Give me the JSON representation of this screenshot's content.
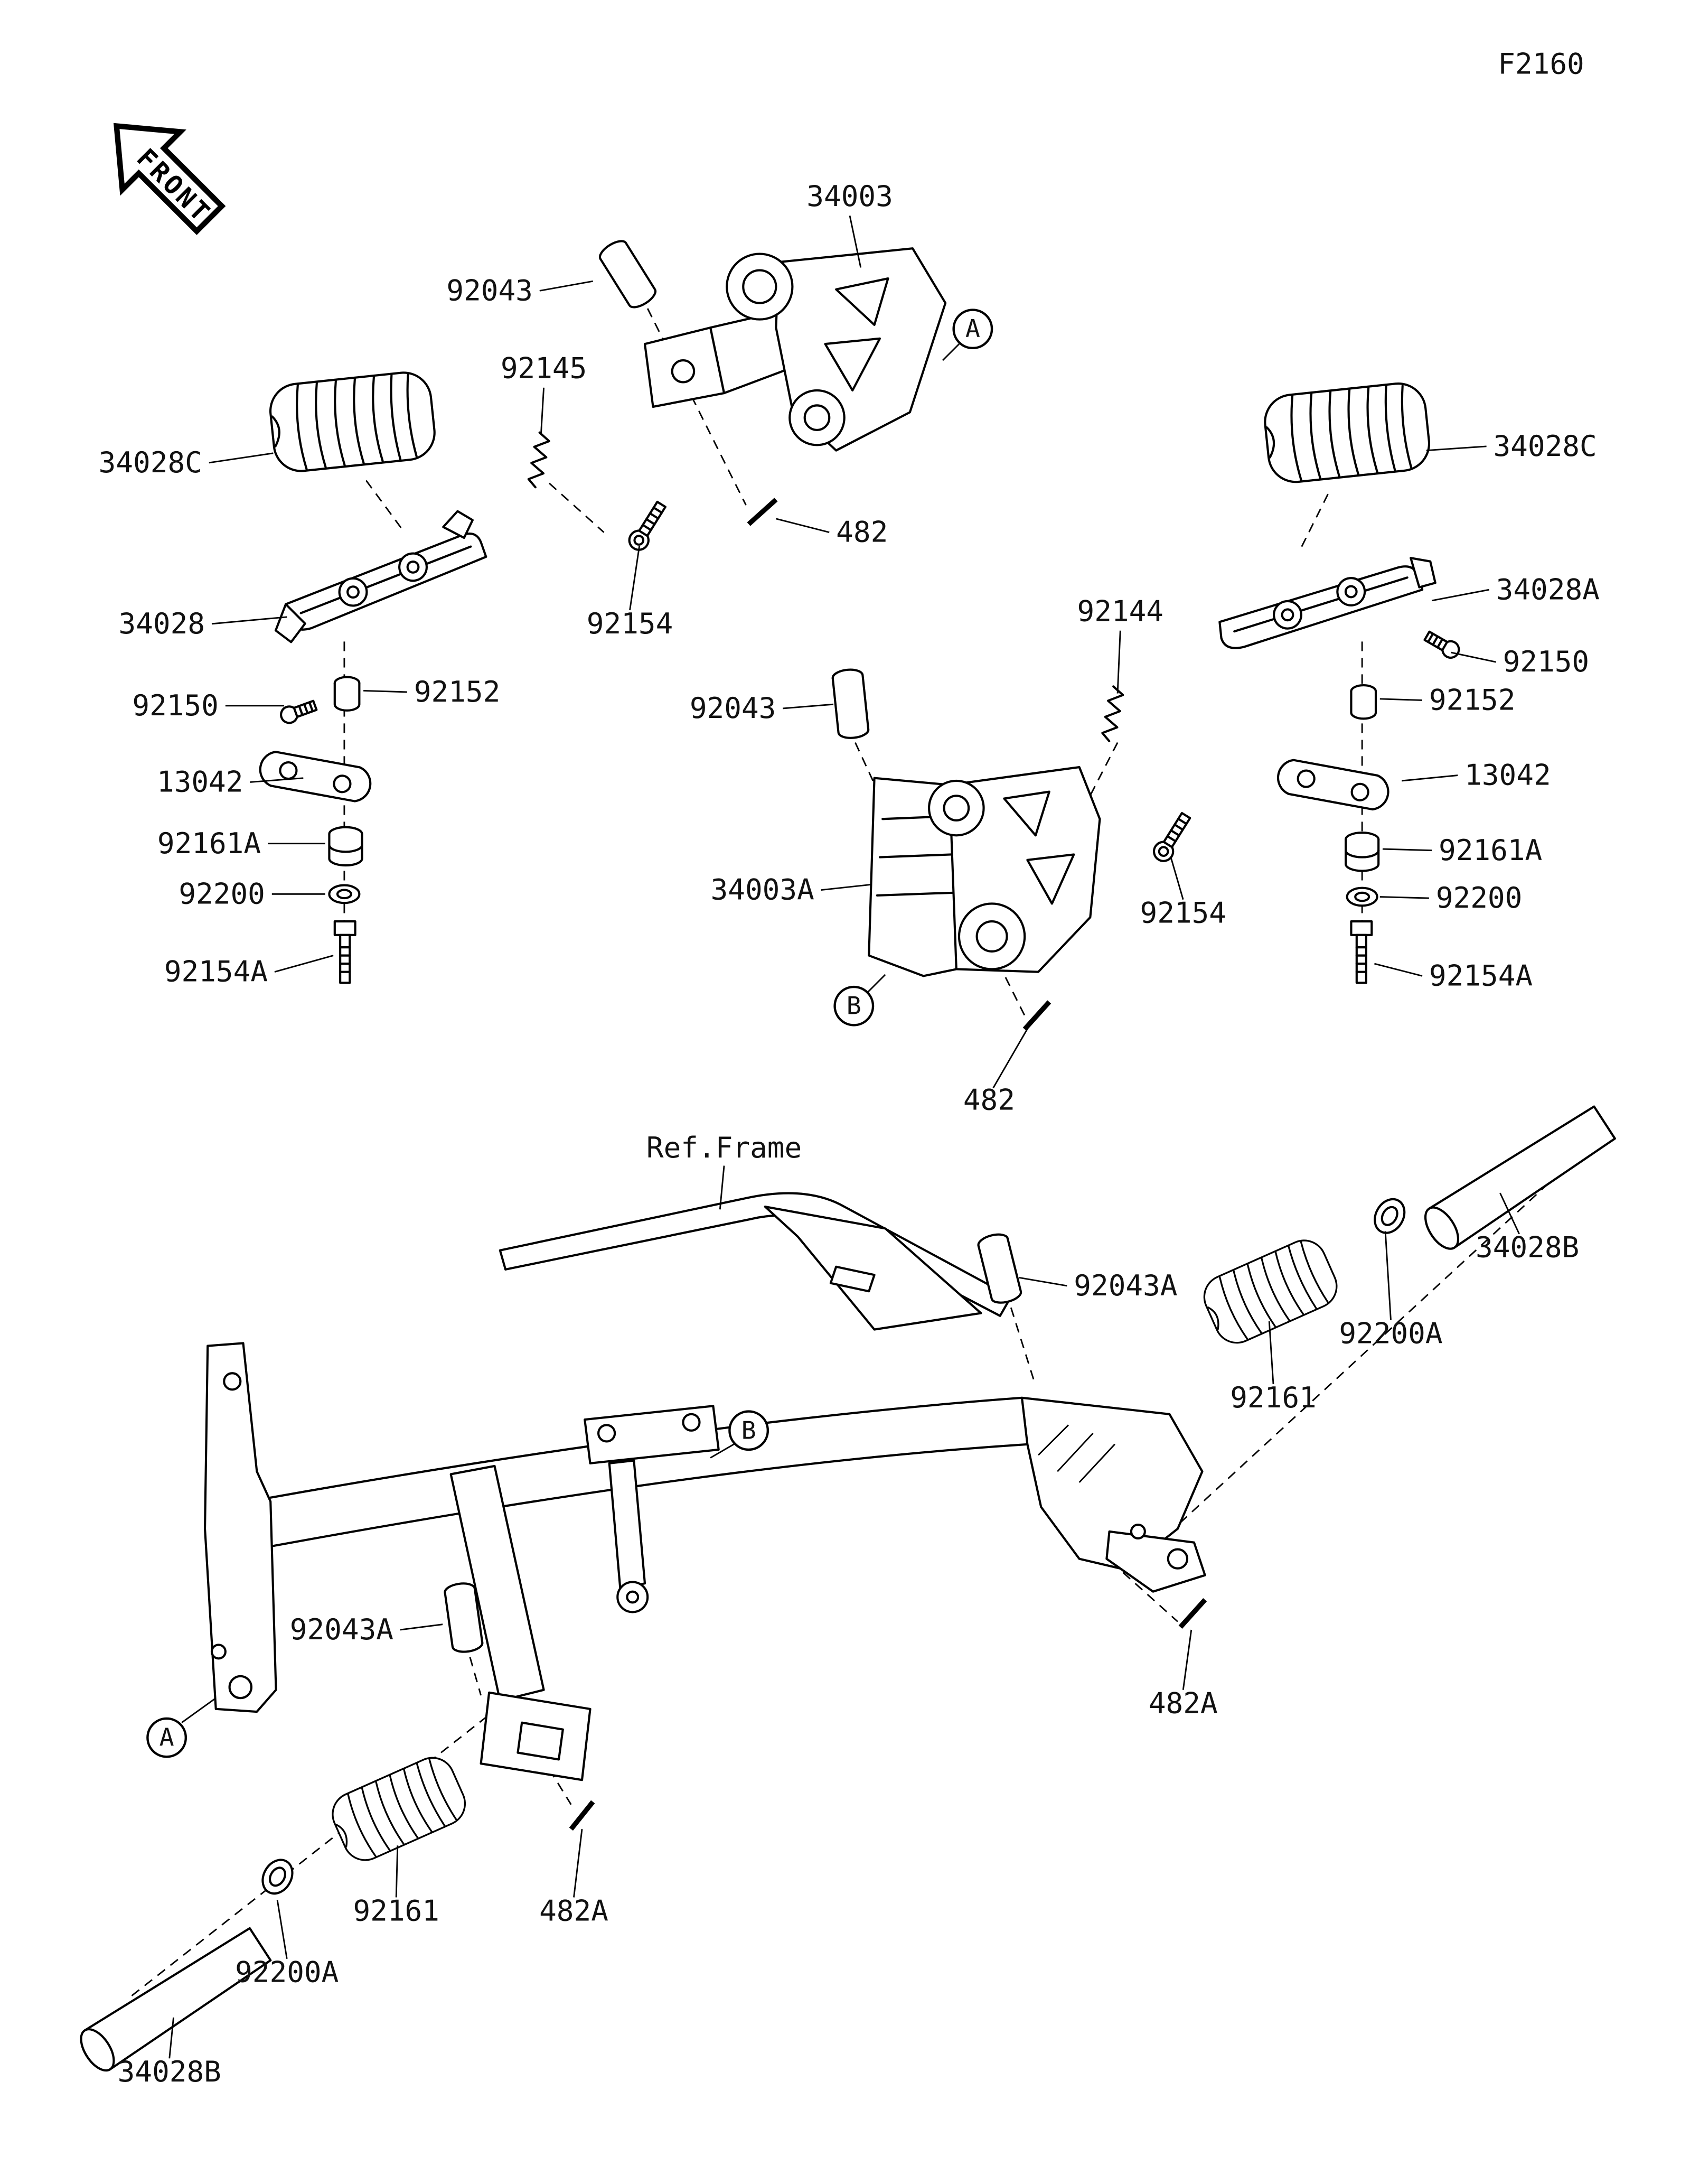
{
  "page_code": "F2160",
  "orientation_arrow": "FRONT",
  "frame_reference": "Ref.Frame",
  "colors": {
    "ink": "#000000",
    "background": "#ffffff"
  },
  "view_markers": {
    "a_front": "A",
    "b_front": "B",
    "b_frame": "B",
    "a_frame": "A"
  },
  "part_labels": {
    "bracket_top": "34003",
    "pin_top": "92043",
    "spring_top": "92145",
    "rubber_front_left": "34028C",
    "rubber_front_right": "34028C",
    "clip_top": "482",
    "screw_top": "92154",
    "footrest_front_left": "34028",
    "spring_mid": "92144",
    "footrest_front_right": "34028A",
    "bolt_front_left": "92150",
    "collar_front_left": "92152",
    "bolt_front_right": "92150",
    "collar_front_right": "92152",
    "bracket_plate_left": "13042",
    "bracket_plate_right": "13042",
    "damper_left": "92161A",
    "damper_right": "92161A",
    "washer_left": "92200",
    "washer_right": "92200",
    "bolt_long_left": "92154A",
    "bolt_long_right": "92154A",
    "pin_mid": "92043",
    "bracket_mid": "34003A",
    "screw_mid": "92154",
    "clip_mid": "482",
    "pin_rear_right": "92043A",
    "peg_rear_right": "34028B",
    "washer_rear_right": "92200A",
    "rubber_rear_right": "92161",
    "pin_rear_left": "92043A",
    "clip_rear_right": "482A",
    "rubber_rear_left": "92161",
    "washer_rear_left": "92200A",
    "clip_rear_left": "482A",
    "peg_rear_left": "34028B"
  }
}
